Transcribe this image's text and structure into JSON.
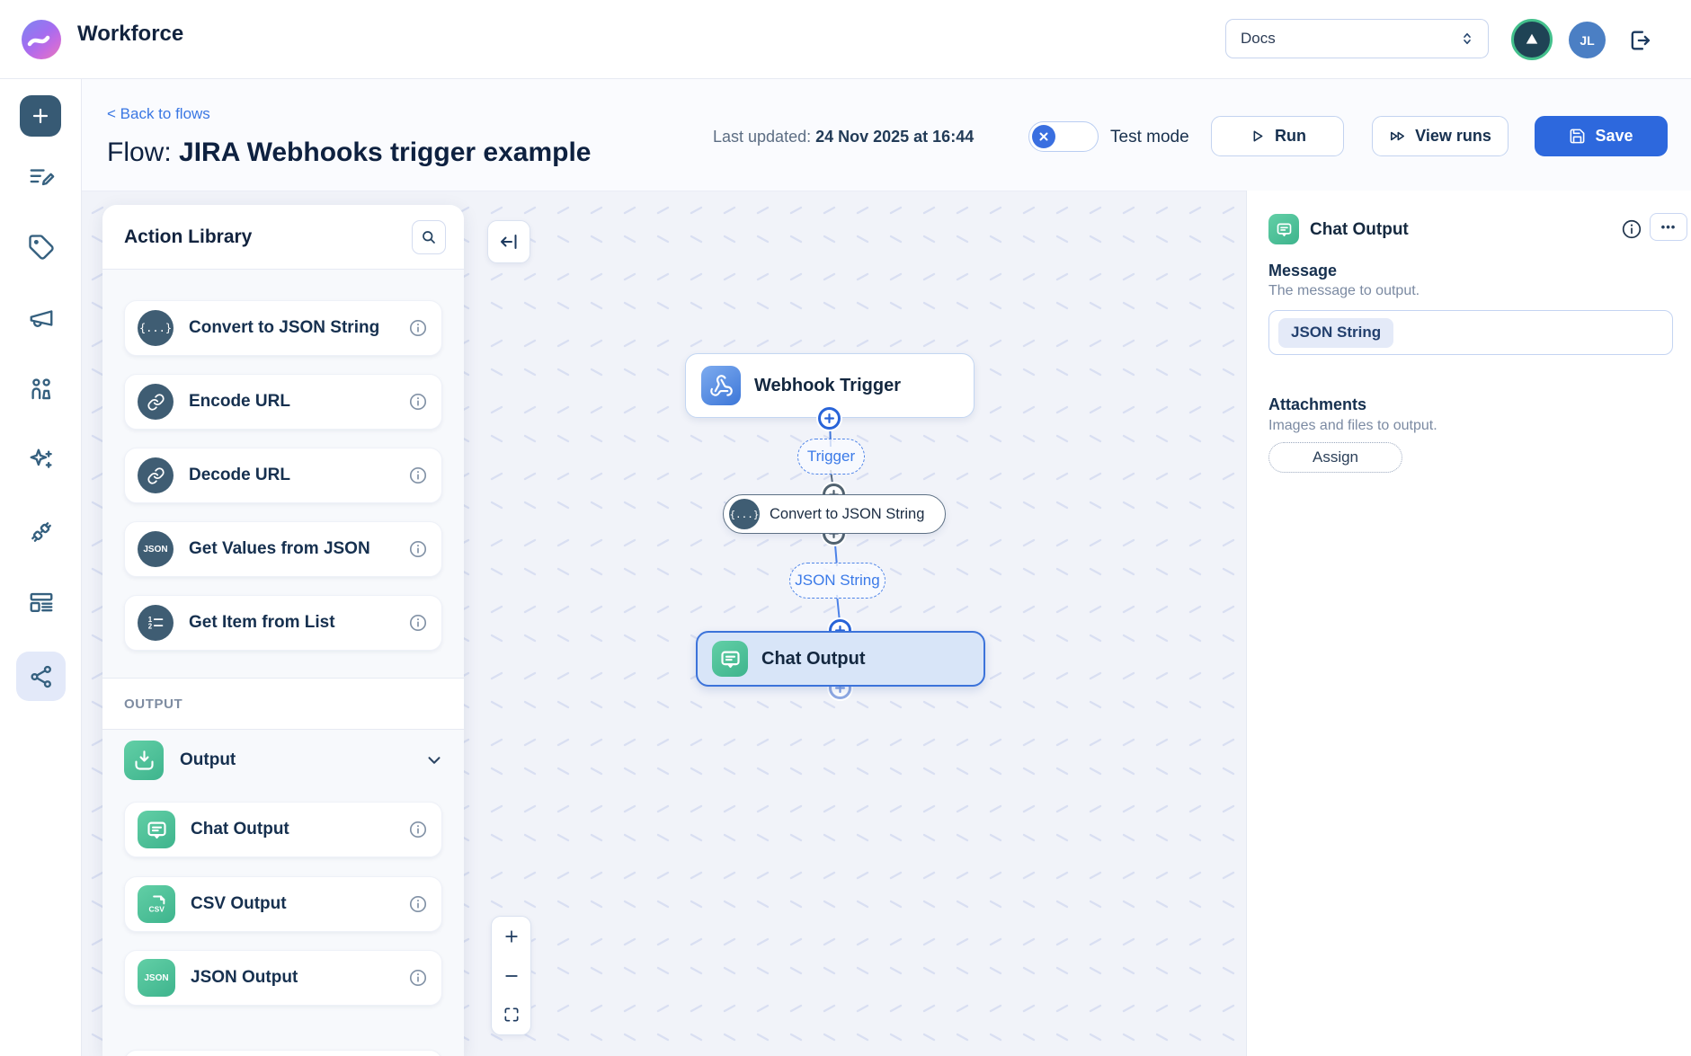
{
  "header": {
    "app_name": "Workforce",
    "nav_select_value": "Docs",
    "user_initials": "JL"
  },
  "toolbar": {
    "back_link": "< Back to flows",
    "flow_prefix": "Flow: ",
    "flow_title": "JIRA Webhooks trigger example",
    "last_updated_label": "Last updated: ",
    "last_updated_value": "24 Nov 2025 at 16:44",
    "test_mode_label": "Test mode",
    "run_label": "Run",
    "view_runs_label": "View runs",
    "save_label": "Save"
  },
  "sidebar": {
    "icons": [
      "add",
      "notes-edit",
      "tag",
      "megaphone",
      "people",
      "sparkles",
      "plug",
      "form-layout",
      "flows-share"
    ],
    "active_icon": "flows-share"
  },
  "action_library": {
    "title": "Action Library",
    "items": [
      {
        "label": "Convert to JSON String",
        "icon": "braces-icon",
        "icon_text": "{...}"
      },
      {
        "label": "Encode URL",
        "icon": "link-icon"
      },
      {
        "label": "Decode URL",
        "icon": "link-icon"
      },
      {
        "label": "Get Values from JSON",
        "icon": "json-icon",
        "icon_text": "JSON"
      },
      {
        "label": "Get Item from List",
        "icon": "numbered-list-icon"
      }
    ],
    "output_section_header": "OUTPUT",
    "output_group_label": "Output",
    "output_items": [
      {
        "label": "Chat Output",
        "icon": "chat-bubble-icon"
      },
      {
        "label": "CSV Output",
        "icon": "csv-file-icon",
        "icon_text": "CSV"
      },
      {
        "label": "JSON Output",
        "icon": "json-icon",
        "icon_text": "JSON"
      }
    ]
  },
  "canvas": {
    "nodes": {
      "webhook_trigger": "Webhook Trigger",
      "trigger_pill": "Trigger",
      "convert_json": "Convert to JSON String",
      "convert_icon_text": "{...}",
      "json_string_pill": "JSON String",
      "chat_output": "Chat Output"
    }
  },
  "inspector": {
    "title": "Chat Output",
    "menu_ellipsis": "•••",
    "message_label": "Message",
    "message_desc": "The message to output.",
    "message_chip": "JSON String",
    "attachments_label": "Attachments",
    "attachments_desc": "Images and files to output.",
    "assign_label": "Assign"
  },
  "colors": {
    "primary_blue": "#2d68dd",
    "accent_green": "#4cc39c",
    "slate_icon": "#3f5d73",
    "canvas_bg": "#f1f3f9",
    "selected_node_bg": "#d8e5f8",
    "pill_blue": "#3b7ae8"
  }
}
